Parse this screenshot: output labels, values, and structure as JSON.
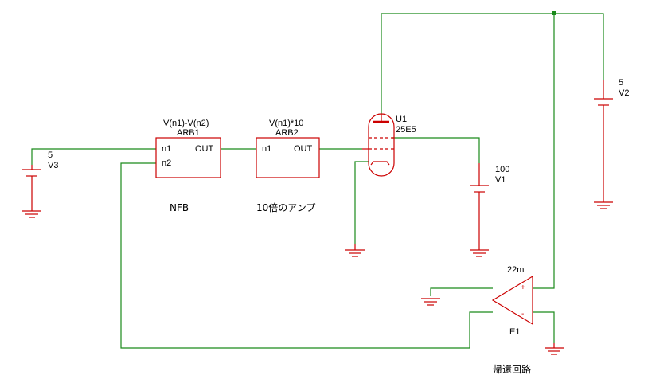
{
  "colors": {
    "wire": "#1a8a1a",
    "component": "#cc0000",
    "text": "#000000"
  },
  "components": {
    "v3": {
      "value": "5",
      "name": "V3"
    },
    "v2": {
      "value": "5",
      "name": "V2"
    },
    "v1": {
      "value": "100",
      "name": "V1"
    },
    "arb1": {
      "expr": "V(n1)-V(n2)",
      "name": "ARB1",
      "pin_n1": "n1",
      "pin_n2": "n2",
      "pin_out": "OUT"
    },
    "arb2": {
      "expr": "V(n1)*10",
      "name": "ARB2",
      "pin_n1": "n1",
      "pin_out": "OUT"
    },
    "u1": {
      "name": "U1",
      "model": "25E5"
    },
    "e1": {
      "gain": "22m",
      "name": "E1",
      "plus": "+",
      "minus": "-"
    }
  },
  "annotations": {
    "nfb": "NFB",
    "amp": "10倍のアンプ",
    "feedback": "帰還回路"
  }
}
